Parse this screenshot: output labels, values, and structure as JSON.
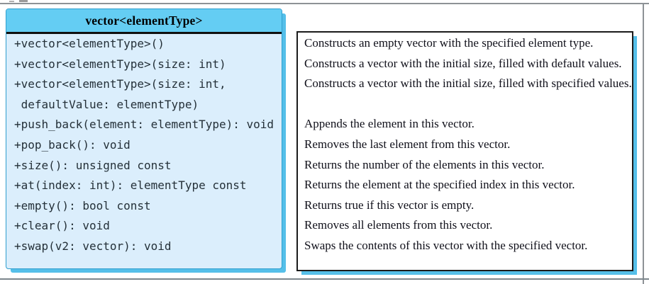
{
  "vector_class": {
    "title": "vector<elementType>",
    "members": [
      "+vector<elementType>()",
      "+vector<elementType>(size: int)",
      "+vector<elementType>(size: int,",
      " defaultValue: elementType)",
      "+push_back(element: elementType): void",
      "+pop_back(): void",
      "+size(): unsigned const",
      "+at(index: int): elementType const",
      "+empty(): bool const",
      "+clear(): void",
      "+swap(v2: vector): void"
    ]
  },
  "descriptions": [
    "Constructs an empty vector with the specified element type.",
    "Constructs a vector with the initial size, filled with default values.",
    "Constructs a vector with the initial size, filled with specified values.",
    "",
    "Appends the element in this vector.",
    "Removes the last element from this vector.",
    "Returns the number of the elements in this vector.",
    "Returns the element at the specified index in this vector.",
    "Returns true if this vector is empty.",
    "Removes all elements from this vector.",
    "Swaps the contents of this vector with the specified vector."
  ],
  "colors": {
    "header_fill": "#64cdf3",
    "body_fill": "#dbeefc",
    "shadow_blue": "#55bfe9",
    "box_border_black": "#1b1b1b",
    "class_border_blue": "#2f9fce",
    "frame_gray": "#8d9296"
  }
}
